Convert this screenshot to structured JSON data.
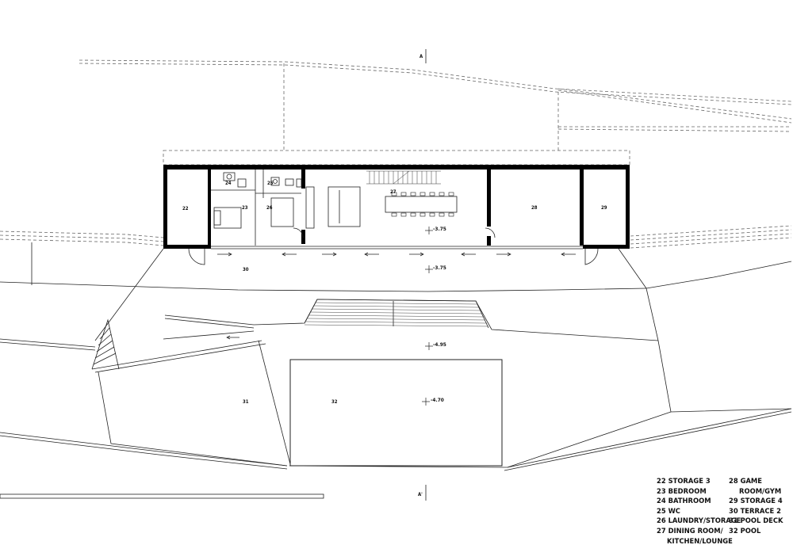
{
  "section_marks": {
    "top": "A",
    "bottom": "A'"
  },
  "rooms": {
    "r22": "22",
    "r23": "23",
    "r24": "24",
    "r25": "25",
    "r26": "26",
    "r27": "27",
    "r28": "28",
    "r29": "29",
    "r30": "30",
    "r31": "31",
    "r32": "32"
  },
  "levels": {
    "interior": "-3.75",
    "terrace": "-3.75",
    "lower": "-4.95",
    "pool": "-4.70"
  },
  "legend": {
    "col1": [
      {
        "id": "22",
        "lines": [
          "22 STORAGE 3"
        ]
      },
      {
        "id": "23",
        "lines": [
          "23 BEDROOM"
        ]
      },
      {
        "id": "24",
        "lines": [
          "24 BATHROOM"
        ]
      },
      {
        "id": "25",
        "lines": [
          "25 WC"
        ]
      },
      {
        "id": "26",
        "lines": [
          "26 LAUNDRY/STORAGE"
        ]
      },
      {
        "id": "27",
        "lines": [
          "27 DINING ROOM/",
          "KITCHEN/LOUNGE"
        ]
      }
    ],
    "col2": [
      {
        "id": "28",
        "lines": [
          "28 GAME",
          "ROOM/GYM"
        ]
      },
      {
        "id": "29",
        "lines": [
          "29 STORAGE 4"
        ]
      },
      {
        "id": "30",
        "lines": [
          "30 TERRACE 2"
        ]
      },
      {
        "id": "31",
        "lines": [
          "31 POOL DECK"
        ]
      },
      {
        "id": "32",
        "lines": [
          "32 POOL"
        ]
      }
    ]
  }
}
